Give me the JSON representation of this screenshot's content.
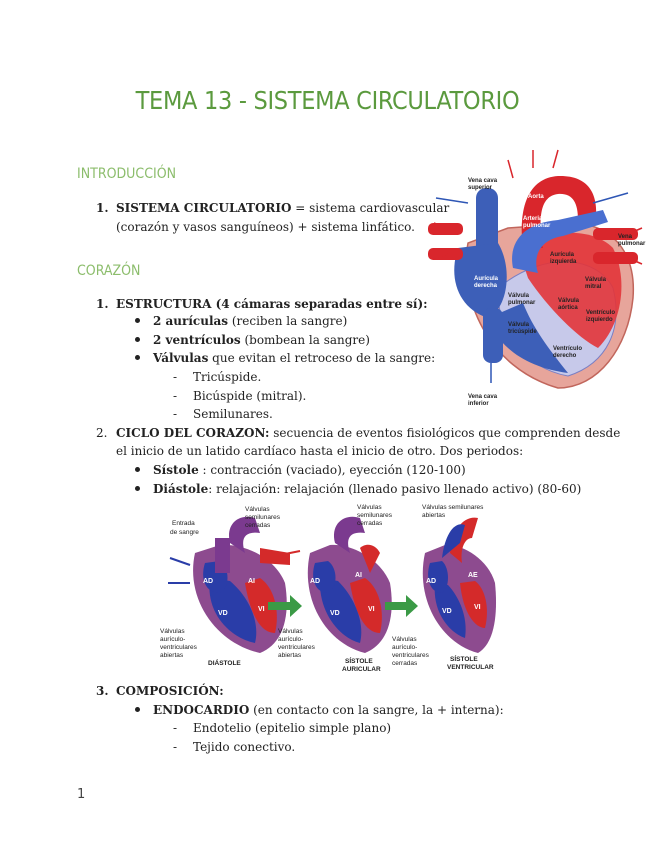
{
  "title": "TEMA 13 - SISTEMA CIRCULATORIO",
  "intro": {
    "heading": "INTRODUCCIÓN",
    "item1_num": "1.",
    "item1_bold": "SISTEMA CIRCULATORIO",
    "item1_rest": " = sistema cardiovascular",
    "item1_line2": "(corazón y vasos sanguíneos) + sistema linfático."
  },
  "corazon": {
    "heading": "CORAZÓN",
    "estructura": {
      "num": "1.",
      "label": "ESTRUCTURA (4 cámaras separadas entre sí):",
      "b1_bold": "2 aurículas",
      "b1_rest": " (reciben la sangre)",
      "b2_bold": "2 ventrículos",
      "b2_rest": " (bombean la sangre)",
      "b3_bold": "Válvulas",
      "b3_rest": " que evitan el retroceso de la sangre:",
      "valvulas": [
        "Tricúspide.",
        "Bicúspide (mitral).",
        "Semilunares."
      ]
    },
    "ciclo": {
      "num": "2.",
      "label": "CICLO DEL CORAZON:",
      "rest": " secuencia de eventos fisiológicos que comprenden desde",
      "line2": "el inicio de un latido cardíaco hasta el inicio de otro. Dos periodos:",
      "s_bold": "Sístole",
      "s_rest": " : contracción (vaciado), eyección (120-100)",
      "d_bold": "Diástole",
      "d_rest": ": relajación: relajación (llenado pasivo llenado activo) (80-60)"
    },
    "composicion": {
      "num": "3.",
      "label": "COMPOSICIÓN:",
      "e_bold": "ENDOCARDIO",
      "e_rest": " (en contacto con la sangre, la + interna):",
      "sub": [
        "Endotelio (epitelio simple plano)",
        "Tejido conectivo."
      ]
    }
  },
  "heart_figure": {
    "labels": {
      "vena_cava_sup": [
        "Vena cava",
        "superior"
      ],
      "aorta": "Aorta",
      "arteria_pulmonar": [
        "Arteria",
        "pulmonar"
      ],
      "vena_pulmonar": [
        "Vena",
        "pulmonar"
      ],
      "auricula_izq": [
        "Aurícula",
        "izquierda"
      ],
      "auricula_der": [
        "Aurícula",
        "derecha"
      ],
      "valvula_mitral": [
        "Válvula",
        "mitral"
      ],
      "valvula_pulmonar": [
        "Válvula",
        "pulmonar"
      ],
      "valvula_aortica": [
        "Válvula",
        "aórtica"
      ],
      "ventriculo_izq": [
        "Ventrículo",
        "izquierdo"
      ],
      "valvula_tricuspide": [
        "Válvula",
        "tricúspide"
      ],
      "ventriculo_der": [
        "Ventrículo",
        "derecho"
      ],
      "vena_cava_inf": [
        "Vena cava",
        "inferior"
      ]
    }
  },
  "cycle_figure": {
    "entrada": [
      "Entrada",
      "de sangre"
    ],
    "semilunares_cerradas": [
      "Válvulas",
      "semilunares",
      "cerradas"
    ],
    "semilunares_abiertas": [
      "Válvulas semilunares",
      "abiertas"
    ],
    "av_abiertas_1": [
      "Válvulas",
      "aurículo-",
      "ventriculares",
      "abiertas"
    ],
    "av_abiertas_2": [
      "Válvulas",
      "aurículo-",
      "ventriculares",
      "abiertas"
    ],
    "av_cerradas": [
      "Válvulas",
      "aurículo-",
      "ventriculares",
      "cerradas"
    ],
    "diastole": "DIÁSTOLE",
    "sistole_auricular": [
      "SÍSTOLE",
      "AURICULAR"
    ],
    "sistole_ventricular": [
      "SÍSTOLE",
      "VENTRICULAR"
    ],
    "chamber": {
      "ad": "AD",
      "ai": "AI",
      "vd": "VD",
      "vi": "VI",
      "ae": "AE"
    }
  },
  "page_number": "1"
}
